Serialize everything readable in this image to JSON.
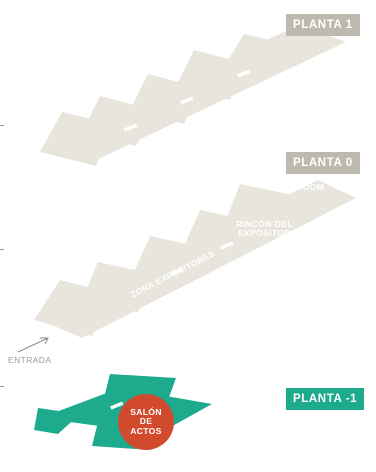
{
  "floors": {
    "upper": {
      "label": "PLANTA 1"
    },
    "ground": {
      "label": "PLANTA 0"
    },
    "basement": {
      "label": "PLANTA -1"
    }
  },
  "areas": {
    "showroom": "SHOWROOM",
    "exhibitor_corner": "RINCÓN DEL\nEXPOSITOR",
    "exhibitor_zone": "ZONA EXPOSITORES",
    "entrance": "ENTRADA",
    "assembly_hall": "SALÓN\nDE\nACTOS"
  },
  "colors": {
    "floor_fill": "#e8e6dc",
    "floor_tag": "#bdb9ae",
    "basement_fill": "#1daa8d",
    "hall_badge": "#d24a2d"
  }
}
